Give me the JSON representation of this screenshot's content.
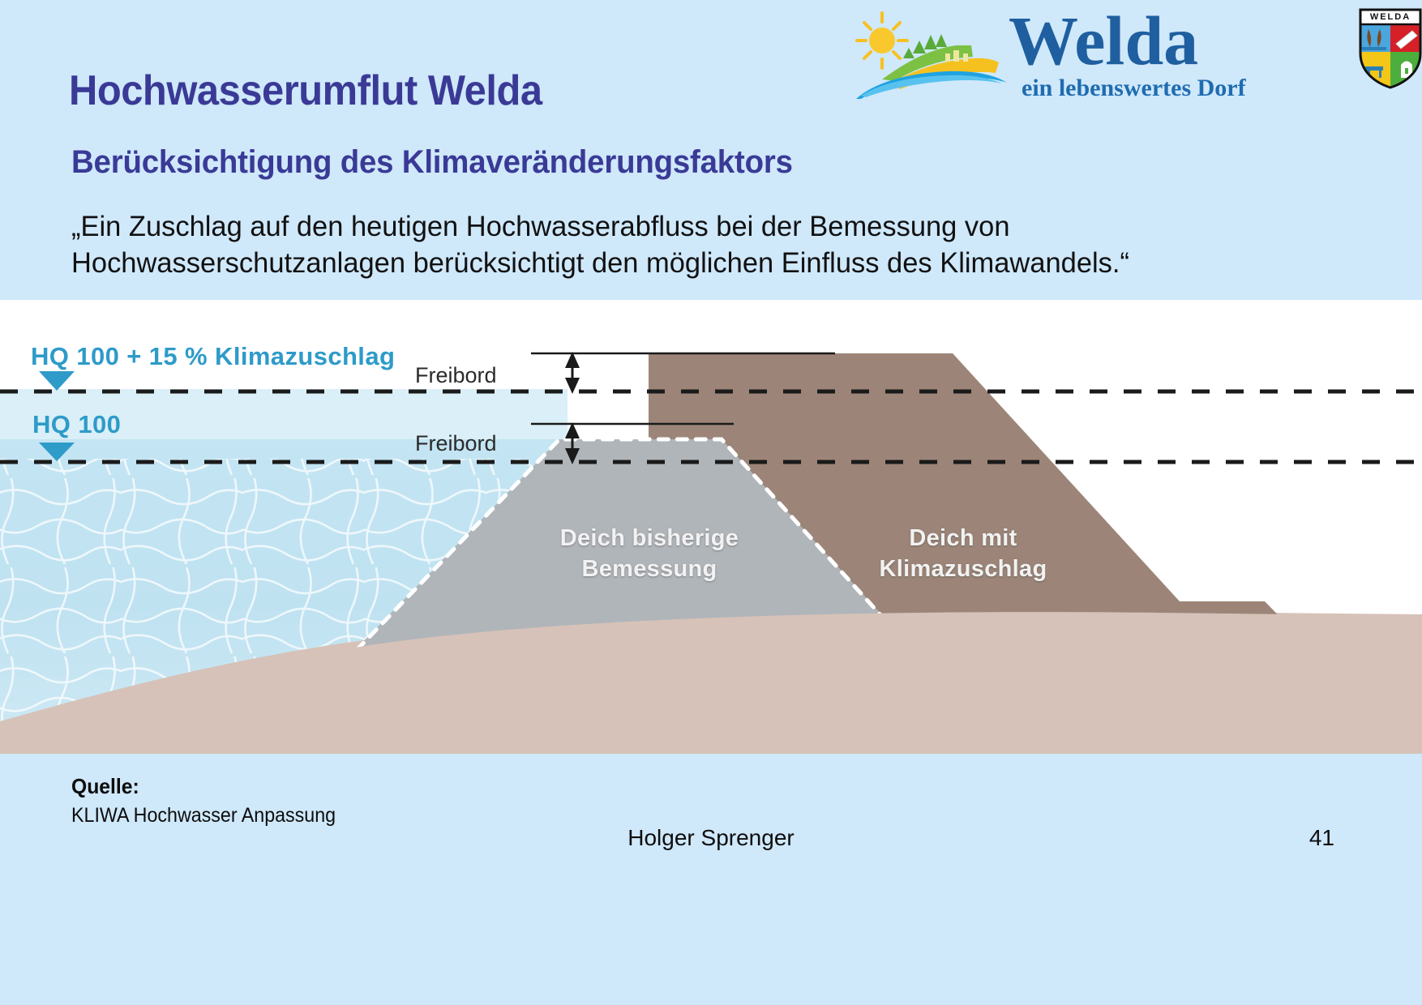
{
  "slide": {
    "title": "Hochwasserumflut Welda",
    "subtitle": "Berücksichtigung des Klimaveränderungsfaktors",
    "body_line1": "„Ein Zuschlag auf den heutigen Hochwasserabfluss bei der Bemessung von",
    "body_line2": "Hochwasserschutzanlagen berücksichtigt den möglichen Einfluss des Klimawandels.“",
    "background_color": "#cfe8fa",
    "heading_color": "#3a3a96"
  },
  "logo": {
    "wordmark": "Welda",
    "tagline": "ein lebenswertes Dorf",
    "shield_motto": "WELDA",
    "brand_color": "#1f5fa0",
    "sun_color": "#f8c020",
    "hill_color": "#8cc63f",
    "water_color": "#29a8e0"
  },
  "figure": {
    "water_level_upper_label": "HQ 100 + 15 % Klimazuschlag",
    "water_level_lower_label": "HQ 100",
    "freeboard_upper_label": "Freibord",
    "freeboard_lower_label": "Freibord",
    "dike_existing_label_line1": "Deich bisherige",
    "dike_existing_label_line2": "Bemessung",
    "dike_climate_label_line1": "Deich mit",
    "dike_climate_label_line2": "Klimazuschlag",
    "water_label_color": "#2e9bc9",
    "dike_existing_color": "#b0b5ba",
    "dike_climate_color": "#9c8578",
    "ground_color": "#d6c2b8",
    "water_fill_color": "#bfe3f2"
  },
  "footer": {
    "source_title": "Quelle:",
    "source_text": "KLIWA Hochwasser Anpassung",
    "author": "Holger Sprenger",
    "page_number": "41"
  }
}
